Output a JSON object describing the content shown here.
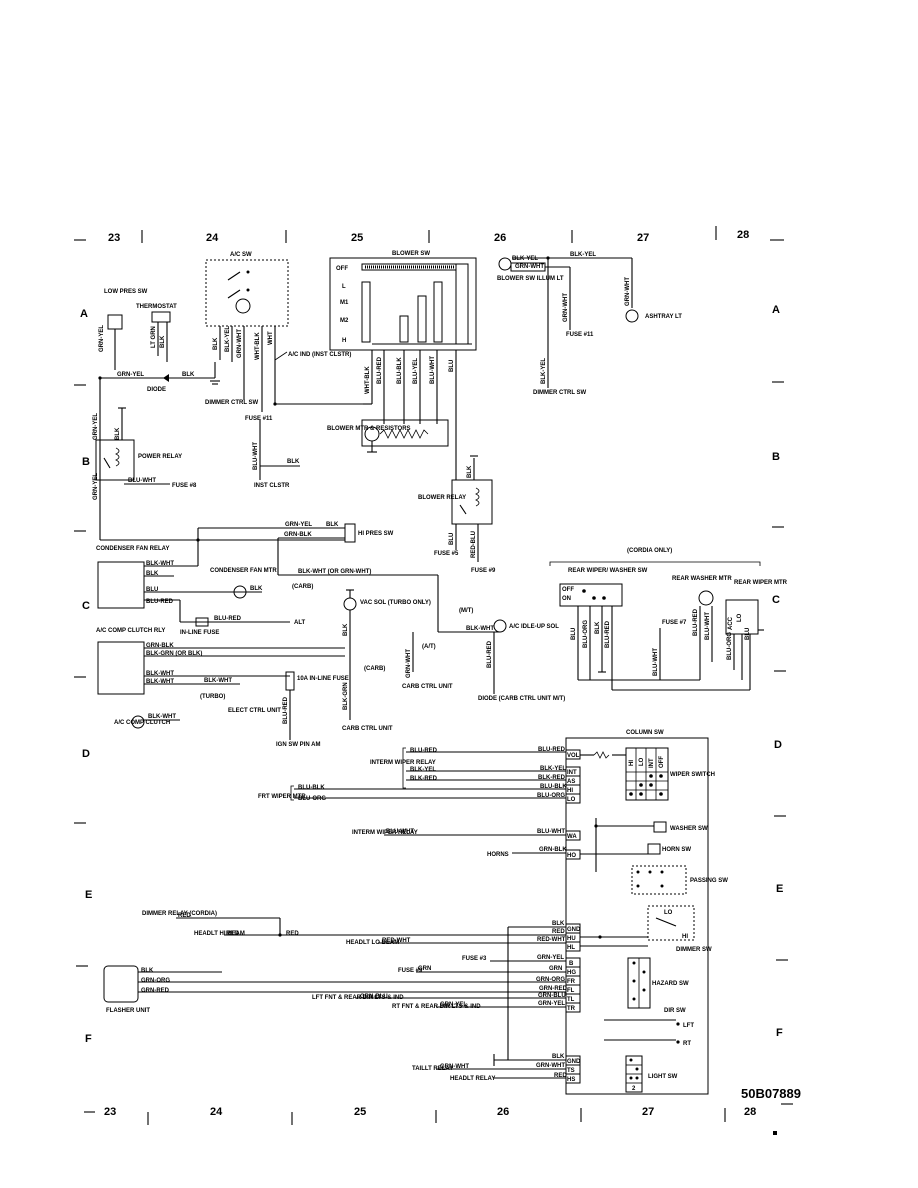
{
  "columns": {
    "top": [
      "23",
      "24",
      "25",
      "26",
      "27",
      "28"
    ],
    "bottom": [
      "23",
      "24",
      "25",
      "26",
      "27",
      "28"
    ]
  },
  "rows_left": [
    "A",
    "B",
    "C",
    "D",
    "E",
    "F"
  ],
  "rows_right": [
    "A",
    "B",
    "C",
    "D",
    "E",
    "F"
  ],
  "diagram_code": "50B07889",
  "components": {
    "low_pres_sw": "LOW PRES SW",
    "thermostat": "THERMOSTAT",
    "ac_sw": "A/C SW",
    "blower_sw": "BLOWER SW",
    "blower_sw_positions": [
      "OFF",
      "L",
      "M1",
      "M2",
      "H"
    ],
    "blower_sw_illum": "BLOWER SW ILLUM LT",
    "ashtray_lt": "ASHTRAY LT",
    "ac_ind": "A/C IND (INST CLSTR)",
    "diode": "DIODE",
    "dimmer_ctrl_sw": "DIMMER CTRL SW",
    "fuse11": "FUSE #11",
    "blower_mtr": "BLOWER MTR & RESISTORS",
    "power_relay": "POWER RELAY",
    "fuse8": "FUSE #8",
    "inst_clstr": "INST CLSTR",
    "blower_relay": "BLOWER RELAY",
    "fuse5": "FUSE #5",
    "fuse9": "FUSE #9",
    "hi_pres_sw": "HI PRES SW",
    "condenser_fan_relay": "CONDENSER FAN RELAY",
    "condenser_fan_mtr": "CONDENSER FAN MTR",
    "carb": "(CARB)",
    "inline_fuse": "IN-LINE FUSE",
    "alt": "ALT",
    "vac_sol": "VAC SOL (TURBO ONLY)",
    "mt": "(M/T)",
    "at": "(A/T)",
    "ac_idle_up_sol": "A/C IDLE-UP SOL",
    "ac_comp_clutch_rly": "A/C COMP CLUTCH RLY",
    "fuse_10a": "10A IN-LINE FUSE",
    "turbo": "(TURBO)",
    "elect_ctrl_unit": "ELECT CTRL UNIT",
    "carb_ctrl_unit": "CARB CTRL UNIT",
    "diode_carb": "DIODE (CARB CTRL UNIT M/T)",
    "ac_comp_clutch": "A/C COMP CLUTCH",
    "ign_sw": "IGN SW PIN AM",
    "cordia_only": "(CORDIA ONLY)",
    "rear_wiper_washer_sw": "REAR WIPER/ WASHER SW",
    "rear_washer_mtr": "REAR WASHER MTR",
    "rear_wiper_mtr": "REAR WIPER MTR",
    "fuse7": "FUSE #7",
    "column_sw": "COLUMN SW",
    "interm_wiper_relay": "INTERM WIPER RELAY",
    "frt_wiper_mtr": "FRT WIPER MTR",
    "wiper_switch": "WIPER SWITCH",
    "washer_sw": "WASHER SW",
    "horns": "HORNS",
    "horn_sw": "HORN SW",
    "passing_sw": "PASSING SW",
    "dimmer_relay": "DIMMER RELAY (CORDIA)",
    "headlt_hi": "HEADLT HI BEAM",
    "headlt_lo": "HEADLT LO BEAM",
    "dimmer_sw": "DIMMER SW",
    "fuse3": "FUSE #3",
    "fuse9b": "FUSE #9",
    "hazard_sw": "HAZARD SW",
    "flasher_unit": "FLASHER UNIT",
    "lft_frt": "LFT FNT & REAR DIR LTS & IND",
    "rt_frt": "RT FNT & REAR DIR LTS & IND",
    "dir_sw": "DIR SW",
    "lft": "LFT",
    "rt": "RT",
    "taillt_relay": "TAILLT RELAY",
    "headlt_relay": "HEADLT RELAY",
    "light_sw": "LIGHT SW"
  },
  "wires": {
    "grn_yel": "GRN-YEL",
    "blk": "BLK",
    "blk_yel": "BLK-YEL",
    "grn_wht": "GRN-WHT",
    "wht_blk": "WHT-BLK",
    "blu_red": "BLU-RED",
    "blu_blk": "BLU-BLK",
    "blu_yel": "BLU-YEL",
    "blu_wht": "BLU-WHT",
    "blu": "BLU",
    "red_blu": "RED-BLU",
    "grn_blk": "GRN-BLK",
    "blk_wht": "BLK-WHT",
    "blk_wht_or": "BLK-WHT (OR GRN-WHT)",
    "blk_grn": "BLK-GRN (OR BLK)",
    "blu_org": "BLU-ORG",
    "red": "RED",
    "red_wht": "RED-WHT",
    "grn_org": "GRN-ORG",
    "grn_red": "GRN-RED",
    "grn_blu": "GRN-BLU",
    "blk_red": "BLK-RED",
    "grn": "GRN",
    "wht": "WHT",
    "lt_grn": "LT GRN",
    "blk_grn2": "BLK-GRN"
  },
  "column_sw_terminals": [
    "VOL",
    "INT",
    "AS",
    "HI",
    "LO",
    "WA",
    "HO",
    "GND",
    "HU",
    "HL",
    "B",
    "HG",
    "FR",
    "FL",
    "TL",
    "TR",
    "GND",
    "TS",
    "HS"
  ],
  "wiper_positions": [
    "HI",
    "LO",
    "INT",
    "OFF"
  ],
  "switch_labels": {
    "lo": "LO",
    "hi": "HI",
    "off": "OFF",
    "on": "ON",
    "acc": "ACC",
    "two": "2"
  }
}
